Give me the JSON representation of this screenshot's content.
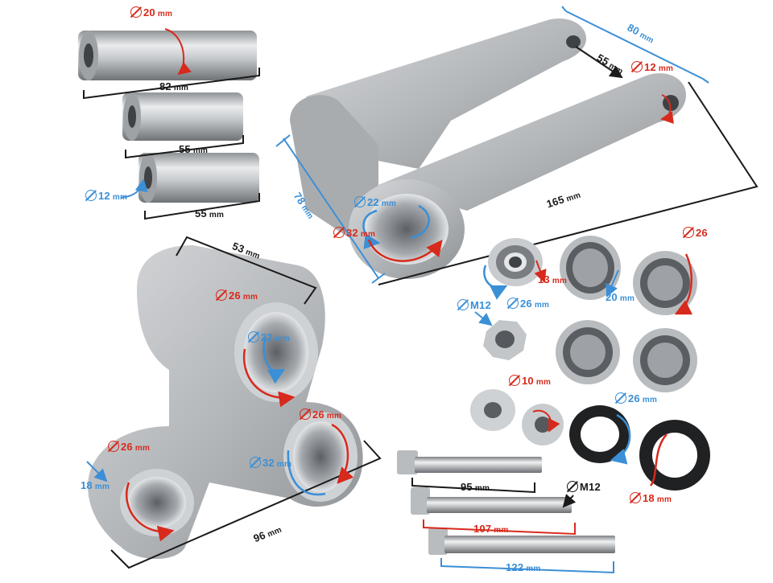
{
  "colors": {
    "red": "#d72a1c",
    "blue": "#3b8fd6",
    "black": "#1a1a1a",
    "metal": "#b9bcbf"
  },
  "pins": {
    "pin1_diameter": "20",
    "pin1_length": "82",
    "pin2_length": "55",
    "pin3_diameter": "12",
    "pin3_length": "55"
  },
  "linkage": {
    "length": "165",
    "height": "78",
    "width": "80",
    "inner_gap": "55",
    "end_hole": "12",
    "big_bore_outer": "32",
    "big_bore_inner": "22"
  },
  "rocker": {
    "width_top": "53",
    "width_bottom": "96",
    "bore_top_outer": "26",
    "bore_top_inner": "22",
    "bore_right": "26",
    "bore_right_inner": "32",
    "bore_left": "26",
    "bore_left_inner": "18"
  },
  "bearings": {
    "ball_bearing_outer": "26",
    "ball_bearing_width": "13",
    "needle_width": "20",
    "needle_outer": "26",
    "nut": "M12",
    "spacer_inner": "10",
    "seal_outer": "26",
    "seal_inner": "18"
  },
  "bolts": {
    "thread": "M12",
    "short": "95",
    "medium": "107",
    "long": "122"
  },
  "unit": "mm"
}
